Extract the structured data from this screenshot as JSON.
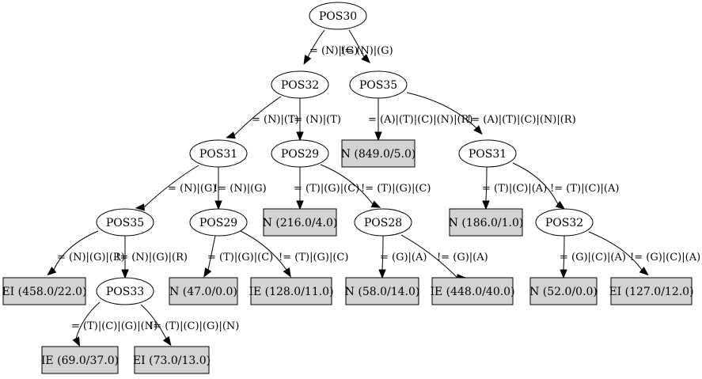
{
  "nodes": [
    {
      "id": "n0",
      "label": "POS30",
      "kind": "split"
    },
    {
      "id": "n1",
      "label": "POS32",
      "kind": "split"
    },
    {
      "id": "n2",
      "label": "POS35",
      "kind": "split"
    },
    {
      "id": "n3",
      "label": "POS31",
      "kind": "split"
    },
    {
      "id": "n4",
      "label": "POS29",
      "kind": "split"
    },
    {
      "id": "n5",
      "label": "N (849.0/5.0)",
      "kind": "leaf"
    },
    {
      "id": "n6",
      "label": "POS31",
      "kind": "split"
    },
    {
      "id": "n7",
      "label": "POS35",
      "kind": "split"
    },
    {
      "id": "n8",
      "label": "POS29",
      "kind": "split"
    },
    {
      "id": "n9",
      "label": "N (216.0/4.0)",
      "kind": "leaf"
    },
    {
      "id": "n10",
      "label": "POS28",
      "kind": "split"
    },
    {
      "id": "n11",
      "label": "N (186.0/1.0)",
      "kind": "leaf"
    },
    {
      "id": "n12",
      "label": "POS32",
      "kind": "split"
    },
    {
      "id": "n13",
      "label": "EI (458.0/22.0)",
      "kind": "leaf"
    },
    {
      "id": "n14",
      "label": "POS33",
      "kind": "split"
    },
    {
      "id": "n15",
      "label": "N (47.0/0.0)",
      "kind": "leaf"
    },
    {
      "id": "n16",
      "label": "IE (128.0/11.0)",
      "kind": "leaf"
    },
    {
      "id": "n17",
      "label": "N (58.0/14.0)",
      "kind": "leaf"
    },
    {
      "id": "n18",
      "label": "IE (448.0/40.0)",
      "kind": "leaf"
    },
    {
      "id": "n19",
      "label": "N (52.0/0.0)",
      "kind": "leaf"
    },
    {
      "id": "n20",
      "label": "EI (127.0/12.0)",
      "kind": "leaf"
    },
    {
      "id": "n21",
      "label": "IE (69.0/37.0)",
      "kind": "leaf"
    },
    {
      "id": "n22",
      "label": "EI (73.0/13.0)",
      "kind": "leaf"
    }
  ],
  "edges": [
    {
      "from": "n0",
      "to": "n1",
      "label": "= (N)|(G)"
    },
    {
      "from": "n0",
      "to": "n2",
      "label": "!= (N)|(G)"
    },
    {
      "from": "n1",
      "to": "n3",
      "label": "= (N)|(T)"
    },
    {
      "from": "n1",
      "to": "n4",
      "label": "!= (N)|(T)"
    },
    {
      "from": "n2",
      "to": "n5",
      "label": "= (A)|(T)|(C)|(N)|(R)"
    },
    {
      "from": "n2",
      "to": "n6",
      "label": "!= (A)|(T)|(C)|(N)|(R)"
    },
    {
      "from": "n3",
      "to": "n7",
      "label": "= (N)|(G)"
    },
    {
      "from": "n3",
      "to": "n8",
      "label": "!= (N)|(G)"
    },
    {
      "from": "n4",
      "to": "n9",
      "label": "= (T)|(G)|(C)"
    },
    {
      "from": "n4",
      "to": "n10",
      "label": "!= (T)|(G)|(C)"
    },
    {
      "from": "n6",
      "to": "n11",
      "label": "= (T)|(C)|(A)"
    },
    {
      "from": "n6",
      "to": "n12",
      "label": "!= (T)|(C)|(A)"
    },
    {
      "from": "n7",
      "to": "n13",
      "label": "= (N)|(G)|(R)"
    },
    {
      "from": "n7",
      "to": "n14",
      "label": "!= (N)|(G)|(R)"
    },
    {
      "from": "n8",
      "to": "n15",
      "label": "= (T)|(G)|(C)"
    },
    {
      "from": "n8",
      "to": "n16",
      "label": "!= (T)|(G)|(C)"
    },
    {
      "from": "n10",
      "to": "n17",
      "label": "= (G)|(A)"
    },
    {
      "from": "n10",
      "to": "n18",
      "label": "!= (G)|(A)"
    },
    {
      "from": "n12",
      "to": "n19",
      "label": "= (G)|(C)|(A)"
    },
    {
      "from": "n12",
      "to": "n20",
      "label": "!= (G)|(C)|(A)"
    },
    {
      "from": "n14",
      "to": "n21",
      "label": "= (T)|(C)|(G)|(N)"
    },
    {
      "from": "n14",
      "to": "n22",
      "label": "!= (T)|(C)|(G)|(N)"
    }
  ]
}
